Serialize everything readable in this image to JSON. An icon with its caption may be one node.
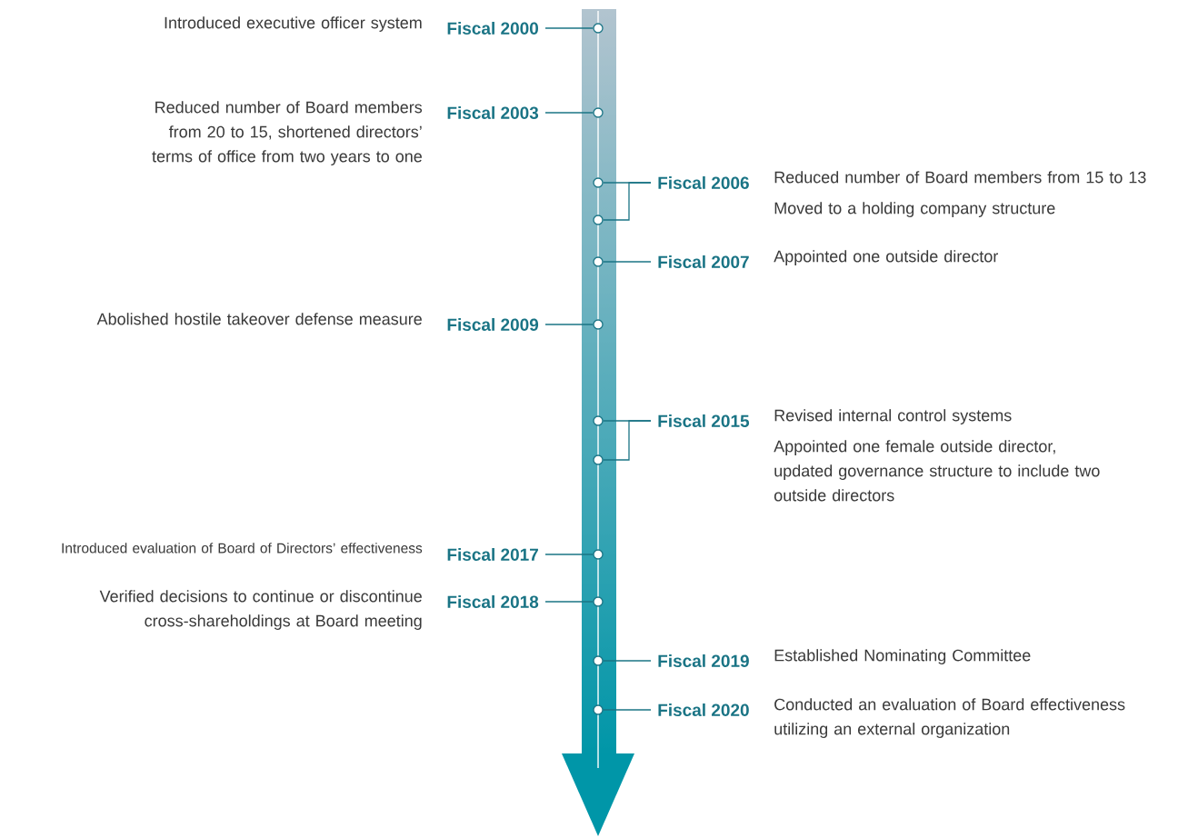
{
  "diagram": {
    "nodes": [
      {
        "text": [
          "Fiscal 2000"
        ],
        "beside": [
          "Introduced executive officer system"
        ]
      },
      {
        "text": [],
        "shape": "circle"
      },
      {
        "text": [
          "Fiscal 2003"
        ],
        "beside": [
          "Reduced number of Board members from 20 to 15, shortened directors’ terms of office from two years to one"
        ]
      },
      {
        "text": [],
        "shape": "circle"
      },
      {
        "text": [
          "Fiscal 2006"
        ],
        "beside": [
          "Reduced number of Board members from 15 to 13",
          "Moved to a holding company structure"
        ]
      },
      {
        "text": [],
        "shape": "circle"
      },
      {
        "text": [],
        "shape": "circle"
      },
      {
        "text": [
          "Fiscal 2007"
        ],
        "beside": [
          "Appointed one outside director"
        ]
      },
      {
        "text": [],
        "shape": "circle"
      },
      {
        "text": [
          "Fiscal 2009"
        ],
        "beside": [
          "Abolished hostile takeover defense measure"
        ]
      },
      {
        "text": [],
        "shape": "circle"
      },
      {
        "text": [
          "Fiscal 2015"
        ],
        "beside": [
          "Revised internal control systems",
          "Appointed one female outside director, updated governance structure to include two outside directors"
        ]
      },
      {
        "text": [],
        "shape": "circle"
      },
      {
        "text": [],
        "shape": "circle"
      },
      {
        "text": [
          "Fiscal 2017"
        ],
        "beside": [
          "Introduced evaluation of Board of Directors’ effectiveness"
        ]
      },
      {
        "text": [],
        "shape": "circle"
      },
      {
        "text": [
          "Fiscal 2018"
        ],
        "beside": [
          "Verified decisions to continue or discontinue cross-shareholdings at Board meeting"
        ]
      },
      {
        "text": [],
        "shape": "circle"
      },
      {
        "text": [
          "Fiscal 2019"
        ],
        "beside": [
          "Established Nominating Committee"
        ]
      },
      {
        "text": [],
        "shape": "circle"
      },
      {
        "text": [
          "Fiscal 2020"
        ],
        "beside": [
          "Conducted an evaluation of Board effectiveness utilizing an external organization"
        ]
      },
      {
        "text": [],
        "shape": "circle"
      }
    ],
    "edges": [
      {
        "from": 0,
        "to": 1,
        "arrow": "none"
      },
      {
        "from": 2,
        "to": 3,
        "arrow": "none"
      },
      {
        "from": 4,
        "to": 5,
        "arrow": "none"
      },
      {
        "from": 4,
        "to": 6,
        "arrow": "none"
      },
      {
        "from": 7,
        "to": 8,
        "arrow": "none"
      },
      {
        "from": 9,
        "to": 10,
        "arrow": "none"
      },
      {
        "from": 11,
        "to": 12,
        "arrow": "none"
      },
      {
        "from": 11,
        "to": 13,
        "arrow": "none"
      },
      {
        "from": 14,
        "to": 15,
        "arrow": "none"
      },
      {
        "from": 16,
        "to": 17,
        "arrow": "none"
      },
      {
        "from": 18,
        "to": 19,
        "arrow": "none"
      },
      {
        "from": 20,
        "to": 21,
        "arrow": "none"
      }
    ]
  }
}
